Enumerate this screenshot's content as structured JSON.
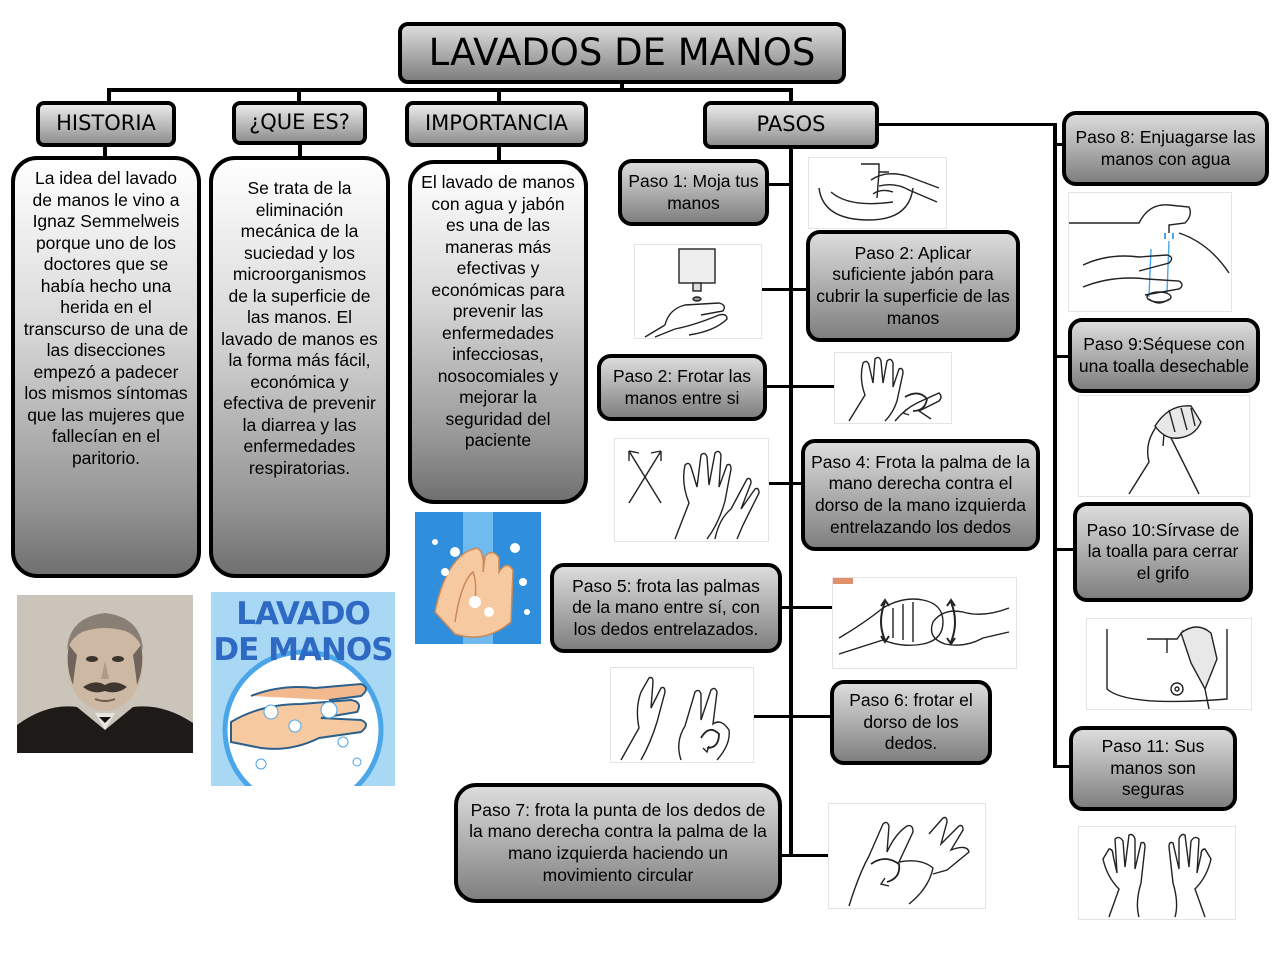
{
  "title": "LAVADOS DE MANOS",
  "headers": {
    "historia": "HISTORIA",
    "que_es": "¿QUE ES?",
    "importancia": "IMPORTANCIA",
    "pasos": "PASOS"
  },
  "texts": {
    "historia": "La idea del lavado de manos le vino a Ignaz Semmelweis porque uno de los doctores que se había hecho una herida en el transcurso de una de las disecciones empezó a padecer los mismos síntomas que las mujeres que fallecían en el paritorio.",
    "que_es": "Se trata de la eliminación mecánica de la suciedad y los microorganismos de la superficie de las manos. El lavado de manos es la forma más fácil, económica y efectiva de prevenir la diarrea y las enfermedades respiratorias.",
    "importancia": "El lavado de manos con agua y jabón es una de las maneras más efectivas y económicas para prevenir las enfermedades infecciosas, nosocomiales y mejorar la seguridad del paciente"
  },
  "logo_text": [
    "LAVADO",
    "DE MANOS"
  ],
  "steps": {
    "s1": "Paso 1: Moja tus manos",
    "s2a": "Paso 2: Aplicar suficiente jabón para cubrir la superficie de las manos",
    "s2b": "Paso 2: Frotar las manos entre si",
    "s4": "Paso 4: Frota la palma de la mano derecha contra el dorso de la mano izquierda entrelazando los dedos",
    "s5": "Paso 5: frota las palmas de la mano entre sí, con los dedos entrelazados.",
    "s6": "Paso 6: frotar el dorso de los dedos.",
    "s7": "Paso 7: frota la punta de los dedos de la mano derecha contra la palma de la mano izquierda haciendo un movimiento circular",
    "s8": "Paso 8: Enjuagarse las manos con agua",
    "s9": "Paso 9:Séquese con una toalla desechable",
    "s10": "Paso 10:Sírvase de la toalla para cerrar el grifo",
    "s11": "Paso 11: Sus manos son seguras"
  },
  "colors": {
    "box_dark": "#7f7f7f",
    "box_light": "#dcdcdc",
    "logo_blue": "#2e69c4",
    "logo_bg": "#a9d8f5",
    "water_blue": "#4aa6e8",
    "skin": "#f7c9a0"
  }
}
